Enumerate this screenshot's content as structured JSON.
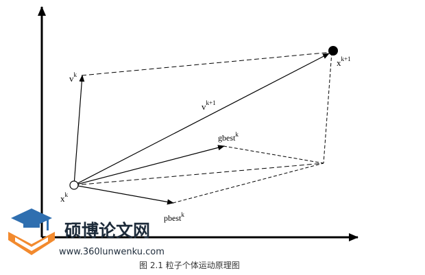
{
  "diagram": {
    "labels": {
      "v_k": "v",
      "v_k_sup": "k",
      "x_k1": "x",
      "x_k1_sup": "k+1",
      "v_k1": "v",
      "v_k1_sup": "k+1",
      "gbest": "gbest",
      "gbest_sup": "k",
      "x_k": "x",
      "x_k_sup": "k",
      "pbest": "pbest",
      "pbest_sup": "k"
    },
    "caption": "图 2.1  粒子个体运动原理图"
  },
  "watermark": {
    "brand": "硕博论文网",
    "url": "www.360lunwenku.com",
    "colors": {
      "orange": "#f28a2e",
      "blue": "#2f6fb0",
      "dark": "#1d2b3a"
    }
  }
}
